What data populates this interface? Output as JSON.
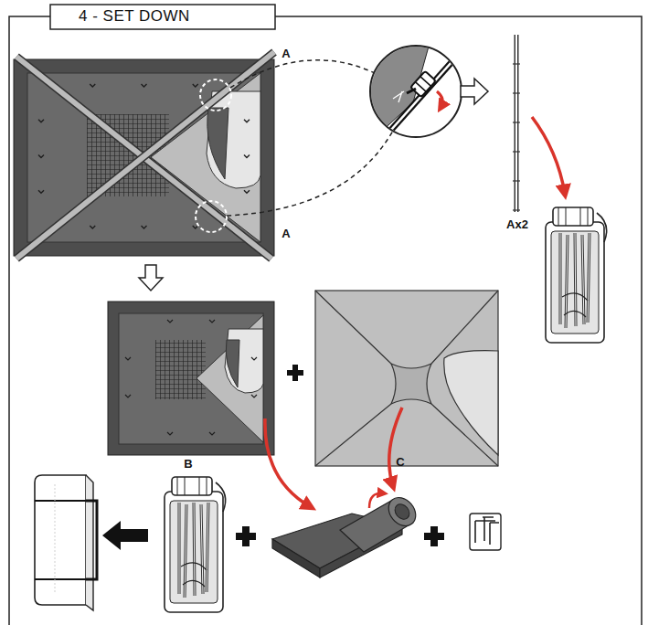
{
  "diagram": {
    "title": "4 - SET DOWN",
    "labels": [
      "A",
      "A",
      "Ax2",
      "B",
      "C"
    ]
  }
}
